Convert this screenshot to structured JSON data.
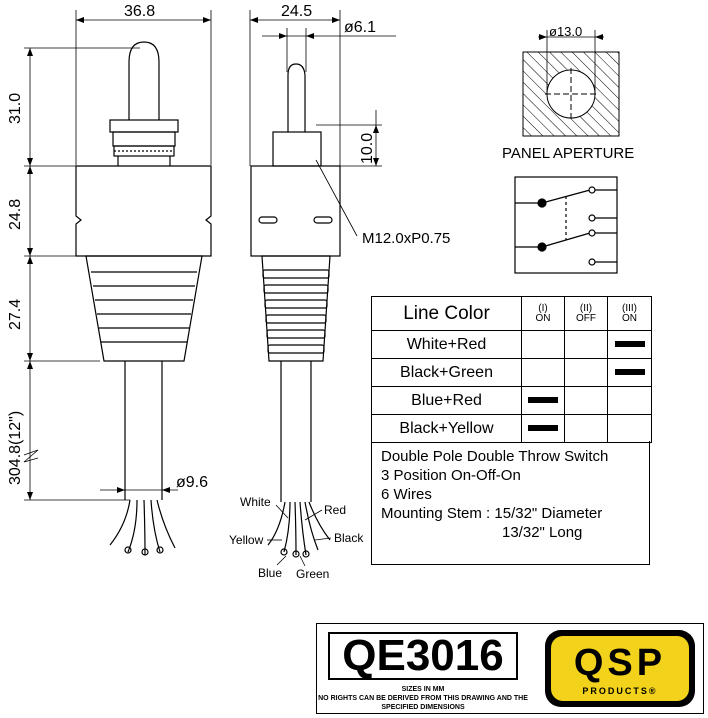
{
  "dimensions": {
    "width_body": "36.8",
    "width_side": "24.5",
    "lever_dia": "ø6.1",
    "lever_len": "31.0",
    "body_len": "24.8",
    "boot_len": "27.4",
    "cable_len": "304.8(12\")",
    "stem_len": "10.0",
    "cable_dia": "ø9.6",
    "thread": "M12.0xP0.75",
    "aperture_dia": "ø13.0"
  },
  "panel_aperture_label": "PANEL APERTURE",
  "wire_labels": {
    "white": "White",
    "red": "Red",
    "yellow": "Yellow",
    "black": "Black",
    "blue": "Blue",
    "green": "Green"
  },
  "line_table": {
    "header": "Line Color",
    "positions": [
      {
        "numeral": "(I)",
        "state": "ON"
      },
      {
        "numeral": "(II)",
        "state": "OFF"
      },
      {
        "numeral": "(III)",
        "state": "ON"
      }
    ],
    "rows": [
      {
        "label": "White+Red",
        "active": [
          false,
          false,
          true
        ]
      },
      {
        "label": "Black+Green",
        "active": [
          false,
          false,
          true
        ]
      },
      {
        "label": "Blue+Red",
        "active": [
          true,
          false,
          false
        ]
      },
      {
        "label": "Black+Yellow",
        "active": [
          true,
          false,
          false
        ]
      }
    ]
  },
  "description": {
    "line1": "Double Pole Double Throw Switch",
    "line2": "3 Position On-Off-On",
    "line3": "6 Wires",
    "line4": "Mounting Stem : 15/32\" Diameter",
    "line5": "13/32\" Long"
  },
  "title_block": {
    "part_number": "QE3016",
    "note_line1": "SIZES IN MM",
    "note_line2": "NO RIGHTS CAN BE DERIVED FROM THIS DRAWING AND THE",
    "note_line3": "SPECIFIED DIMENSIONS",
    "logo_text": "QSP",
    "logo_sub": "PRODUCTS®"
  }
}
